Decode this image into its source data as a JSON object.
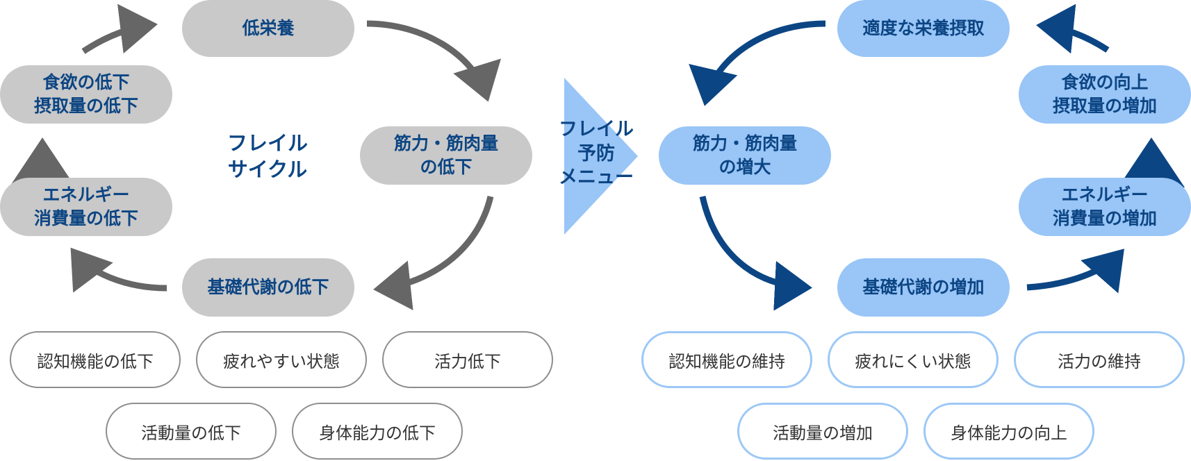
{
  "colors": {
    "cycle_node": "#c9c9c9",
    "prevention_node": "#99c5f7",
    "text": "#0c4583",
    "cycle_arrow": "#666666",
    "prevention_arrow": "#0c4583",
    "center_triangle": "#99c5f7"
  },
  "frailty_cycle": {
    "title": [
      "フレイル",
      "サイクル"
    ],
    "nodes": {
      "malnutrition": [
        "低栄養"
      ],
      "muscle_loss": [
        "筋力・筋肉量",
        "の低下"
      ],
      "metabolism_down": [
        "基礎代謝の低下"
      ],
      "energy_down": [
        "エネルギー",
        "消費量の低下"
      ],
      "appetite_down": [
        "食欲の低下",
        "摂取量の低下"
      ]
    },
    "effects": [
      "認知機能の低下",
      "疲れやすい状態",
      "活力低下",
      "活動量の低下",
      "身体能力の低下"
    ]
  },
  "center_label": [
    "フレイル",
    "予防",
    "メニュー"
  ],
  "prevention_cycle": {
    "nodes": {
      "proper_nutrition": [
        "適度な栄養摂取"
      ],
      "muscle_gain": [
        "筋力・筋肉量",
        "の増大"
      ],
      "metabolism_up": [
        "基礎代謝の増加"
      ],
      "energy_up": [
        "エネルギー",
        "消費量の増加"
      ],
      "appetite_up": [
        "食欲の向上",
        "摂取量の増加"
      ]
    },
    "effects": [
      "認知機能の維持",
      "疲れにくい状態",
      "活力の維持",
      "活動量の増加",
      "身体能力の向上"
    ]
  }
}
